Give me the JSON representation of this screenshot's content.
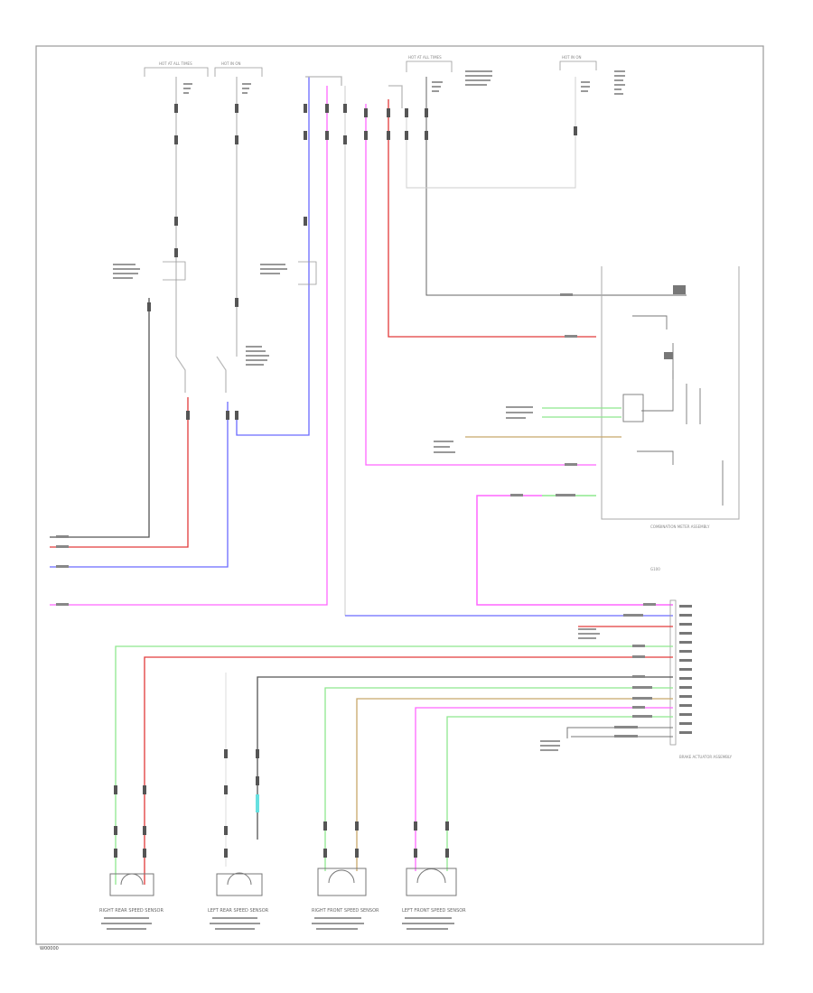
{
  "colors": {
    "border": "#9a9a9a",
    "wire_gray": "#b8b8b8",
    "wire_black": "#555555",
    "wire_red": "#e23a3a",
    "wire_pink": "#ff66ff",
    "wire_blue": "#6a6aff",
    "wire_green": "#8ee88e",
    "wire_tan": "#c8a86a",
    "connector": "#555555",
    "box": "#aaaaaa"
  },
  "labels": {
    "footer_code": "W00000",
    "fuse_box_1": "HOT AT ALL TIMES",
    "fuse_box_2": "HOT IN ON",
    "fuse_box_3": "HOT AT ALL TIMES",
    "fuse_box_4": "HOT IN ON",
    "combination_meter": "COMBINATION METER ASSEMBLY",
    "ground_note": "G100",
    "sensor_box": "BRAKE ACTUATOR ASSEMBLY",
    "sensor_1": "RIGHT REAR SPEED SENSOR",
    "sensor_2": "LEFT REAR SPEED SENSOR",
    "sensor_3": "RIGHT FRONT SPEED SENSOR",
    "sensor_4": "LEFT FRONT SPEED SENSOR"
  }
}
